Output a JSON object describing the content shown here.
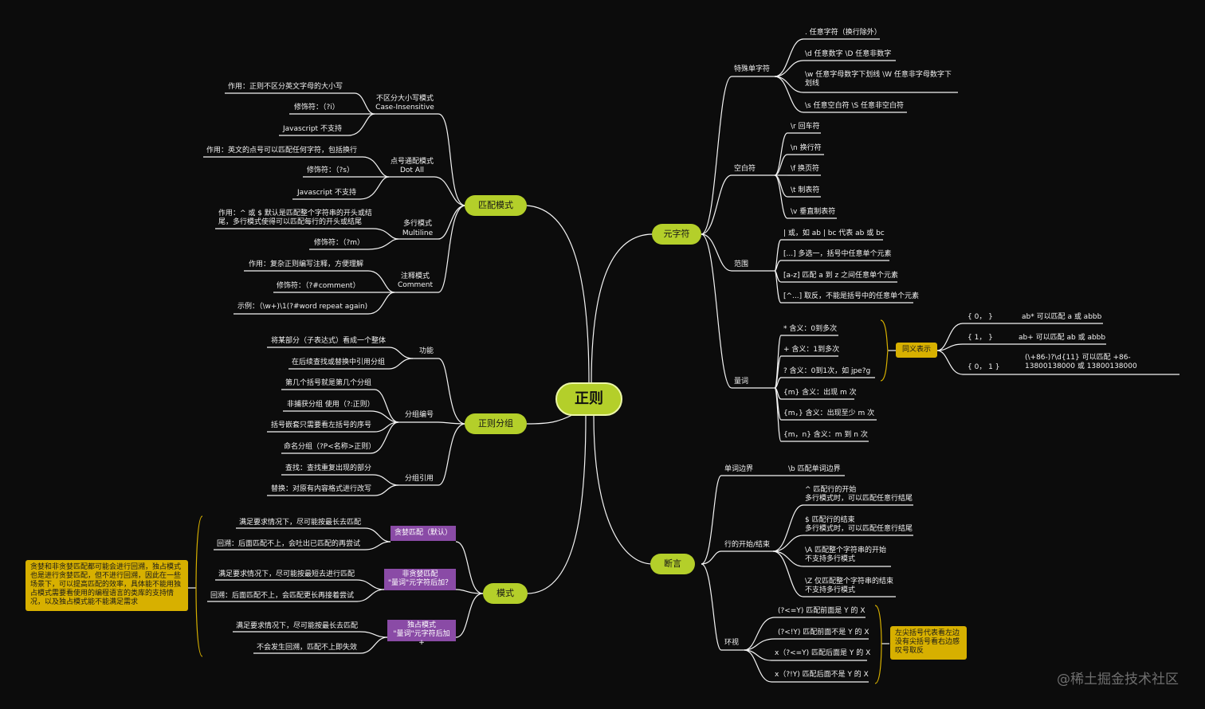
{
  "root": "正则",
  "branches": {
    "match": "匹配模式",
    "group": "正则分组",
    "mode": "模式",
    "meta": "元字符",
    "assert": "断言"
  },
  "match_mode": {
    "ci": {
      "title": "不区分大小写模式",
      "subtitle": "Case-Insensitive",
      "items": [
        "作用：正则不区分英文字母的大小写",
        "修饰符：（?i）",
        "Javascript 不支持"
      ]
    },
    "dotall": {
      "title": "点号通配模式",
      "subtitle": "Dot All",
      "items": [
        "作用：英文的点号可以匹配任何字符，包括换行",
        "修饰符：（?s）",
        "Javascript 不支持"
      ]
    },
    "multiline": {
      "title": "多行模式",
      "subtitle": "Multiline",
      "items": [
        "作用：^ 或 $ 默认是匹配整个字符串的开头或结尾，多行模式使得可以匹配每行的开头或结尾",
        "修饰符：（?m）"
      ]
    },
    "comment": {
      "title": "注释模式",
      "subtitle": "Comment",
      "items": [
        "作用：复杂正则编写注释，方便理解",
        "修饰符：（?#comment）",
        "示例：（\\w+)\\1(?#word repeat again)"
      ]
    }
  },
  "group": {
    "func": {
      "title": "功能",
      "items": [
        "将某部分（子表达式）看成一个整体",
        "在后续查找或替换中引用分组"
      ]
    },
    "number": {
      "title": "分组编号",
      "items": [
        "第几个括号就是第几个分组",
        "非捕获分组 使用（?:正则）",
        "括号嵌套只需要看左括号的序号",
        "命名分组（?P<名称>正则）"
      ]
    },
    "ref": {
      "title": "分组引用",
      "items": [
        "查找：查找重复出现的部分",
        "替换：对原有内容格式进行改写"
      ]
    }
  },
  "mode": {
    "greedy": {
      "label": "贪婪匹配（默认）",
      "items": [
        "满足要求情况下，尽可能按最长去匹配",
        "回溯：后面匹配不上，会吐出已匹配的再尝试"
      ]
    },
    "lazy": {
      "label1": "非贪婪匹配",
      "label2": "\"量词\"元字符后加？",
      "items": [
        "满足要求情况下，尽可能按最短去进行匹配",
        "回溯：后面匹配不上，会匹配更长再接着尝试"
      ]
    },
    "possessive": {
      "label1": "独占模式",
      "label2": "\"量词\"元字符后加 +",
      "items": [
        "满足要求情况下，尽可能按最长去匹配",
        "不会发生回溯，匹配不上即失效"
      ]
    },
    "note": "贪婪和非贪婪匹配都可能会进行回溯，独占模式也是进行贪婪匹配，但不进行回溯，因此在一些场景下，可以提高匹配的效率，具体能不能用独占模式需要看使用的编程语言的类库的支持情况，以及独占模式能不能满足需求"
  },
  "meta": {
    "special": {
      "title": "特殊单字符",
      "items": [
        ". 任意字符（换行除外）",
        "\\d 任意数字 \\D 任意非数字",
        "\\w 任意字母数字下划线 \\W 任意非字母数字下划线",
        "\\s 任意空白符 \\S 任意非空白符"
      ]
    },
    "blank": {
      "title": "空白符",
      "items": [
        "\\r 回车符",
        "\\n 换行符",
        "\\f 换页符",
        "\\t 制表符",
        "\\v 垂直制表符"
      ]
    },
    "range": {
      "title": "范围",
      "items": [
        "| 或，如 ab | bc 代表 ab 或 bc",
        "[...] 多选一，括号中任意单个元素",
        "[a-z] 匹配 a 到 z 之间任意单个元素",
        "[^...] 取反，不能是括号中的任意单个元素"
      ]
    },
    "quant": {
      "title": "量词",
      "items": [
        "* 含义：0到多次",
        "+ 含义：1到多次",
        "? 含义：0到1次，如 jpe?g",
        "{m} 含义：出现 m 次",
        "{m，} 含义：出现至少 m 次",
        "{m，n} 含义：m 到 n 次"
      ]
    },
    "syn": {
      "label": "同义表示",
      "rows": [
        {
          "form": "{ 0， }",
          "desc": "ab* 可以匹配 a 或 abbb"
        },
        {
          "form": "{ 1， }",
          "desc": "ab+ 可以匹配 ab 或 abbb"
        },
        {
          "form": "{ 0， 1 }",
          "desc": "(\\+86-)?\\d{11} 可以匹配 +86-13800138000 或 13800138000"
        }
      ]
    }
  },
  "assert": {
    "word": {
      "title": "单词边界",
      "items": [
        "\\b 匹配单词边界"
      ]
    },
    "line": {
      "title": "行的开始/结束",
      "items": [
        [
          "^ 匹配行的开始",
          "多行模式时，可以匹配任意行结尾"
        ],
        [
          "$ 匹配行的结束",
          "多行模式时，可以匹配任意行结尾"
        ],
        [
          "\\A 匹配整个字符串的开始",
          "不支持多行模式"
        ],
        [
          "\\Z 仅匹配整个字符串的结束",
          "不支持多行模式"
        ]
      ]
    },
    "look": {
      "title": "环视",
      "items": [
        "(?<=Y) 匹配前面是 Y 的 X",
        "(?<!Y) 匹配前面不是 Y 的 X",
        "x（?<=Y) 匹配后面是 Y 的 X",
        "x（?!Y) 匹配后面不是 Y 的 X"
      ]
    },
    "note": "左尖括号代表看左边没有尖括号看右边感叹号取反"
  },
  "watermark": "@稀土掘金技术社区"
}
